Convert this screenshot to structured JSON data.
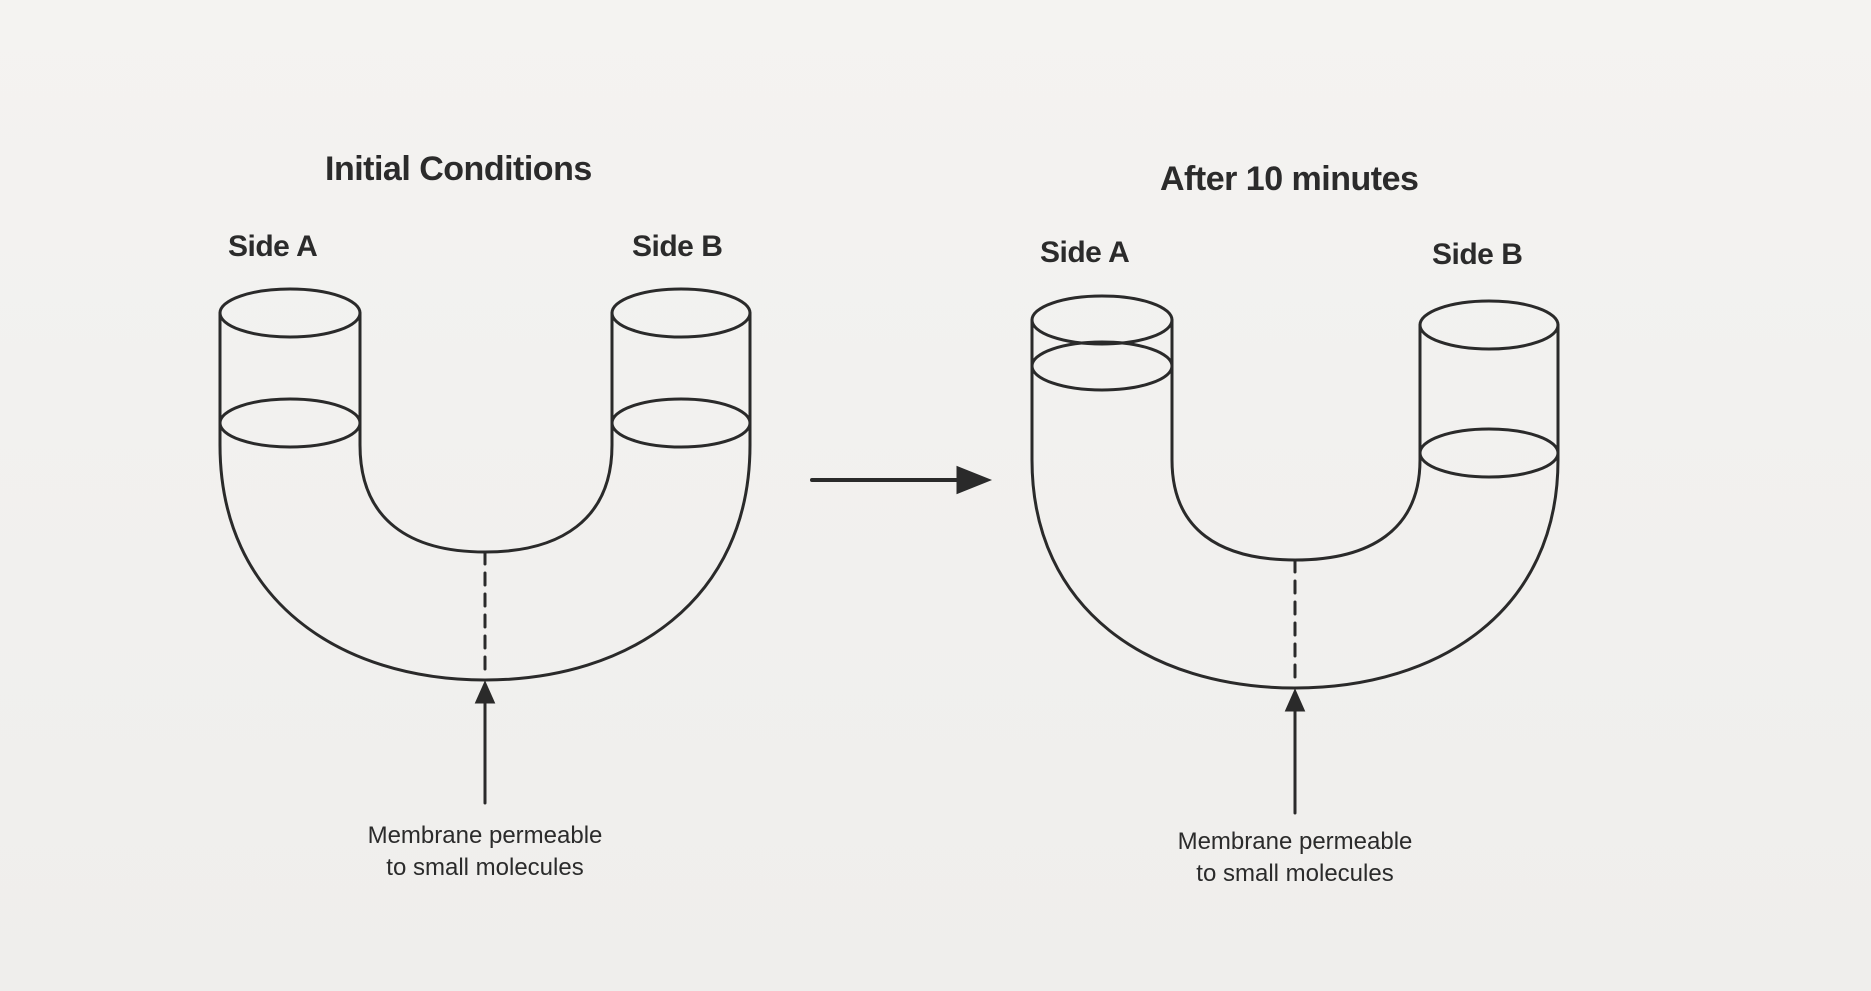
{
  "left_panel": {
    "title": "Initial Conditions",
    "side_a": "Side A",
    "side_b": "Side B",
    "membrane_caption_line1": "Membrane permeable",
    "membrane_caption_line2": "to small molecules"
  },
  "right_panel": {
    "title": "After 10 minutes",
    "side_a": "Side A",
    "side_b": "Side B",
    "membrane_caption_line1": "Membrane permeable",
    "membrane_caption_line2": "to small molecules"
  },
  "colors": {
    "ink": "#2a2a2a",
    "paper": "#f3f2f0"
  }
}
